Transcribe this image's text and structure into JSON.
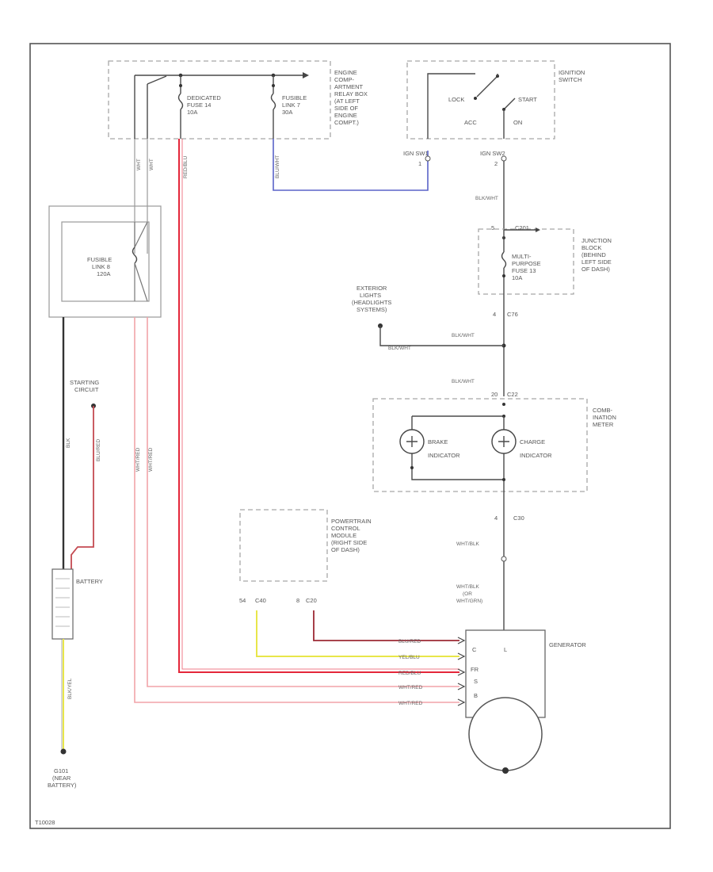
{
  "components": {
    "engine_relay_box": {
      "lines": [
        "ENGINE",
        "COMP-",
        "ARTMENT",
        "RELAY BOX",
        "(AT LEFT",
        "SIDE OF",
        "ENGINE",
        "COMPT.)"
      ]
    },
    "dedicated_fuse": {
      "lines": [
        "DEDICATED",
        "FUSE 14",
        "10A"
      ]
    },
    "fusible_link_7": {
      "lines": [
        "FUSIBLE",
        "LINK 7",
        "30A"
      ]
    },
    "ignition_switch": {
      "lines": [
        "IGNITION",
        "SWITCH"
      ],
      "lock": "LOCK",
      "start": "START",
      "acc": "ACC",
      "on": "ON"
    },
    "fusible_link_8": {
      "lines": [
        "FUSIBLE",
        "LINK 8",
        "120A"
      ]
    },
    "junction_block": {
      "lines": [
        "JUNCTION",
        "BLOCK",
        "(BEHIND",
        "LEFT SIDE",
        "OF DASH)"
      ],
      "fuse_lines": [
        "MULTI-",
        "PURPOSE",
        "FUSE 13",
        "10A"
      ]
    },
    "exterior_lights": {
      "lines": [
        "EXTERIOR",
        "LIGHTS",
        "(HEADLIGHTS",
        "SYSTEMS)"
      ]
    },
    "combination_meter": {
      "lines": [
        "COMB-",
        "INATION",
        "METER"
      ],
      "brake": [
        "BRAKE",
        "INDICATOR"
      ],
      "charge": [
        "CHARGE",
        "INDICATOR"
      ]
    },
    "starting_circuit": {
      "lines": [
        "STARTING",
        "CIRCUIT"
      ]
    },
    "battery": {
      "label": "BATTERY"
    },
    "pcm": {
      "lines": [
        "POWERTRAIN",
        "CONTROL",
        "MODULE",
        "(RIGHT SIDE",
        "OF DASH)"
      ]
    },
    "generator": {
      "label": "GENERATOR",
      "pins": [
        "C",
        "L",
        "FR",
        "S",
        "B"
      ]
    },
    "ground": {
      "lines": [
        "G101",
        "(NEAR",
        "BATTERY)"
      ]
    }
  },
  "connectors": {
    "ign_1": {
      "pin": "1",
      "name": "IGN SW1"
    },
    "ign_2": {
      "pin": "2",
      "name": "IGN SW2"
    },
    "c201": {
      "pin": "5",
      "name": "C201"
    },
    "c76": {
      "pin": "4",
      "name": "C76"
    },
    "c22": {
      "pin": "20",
      "name": "C22"
    },
    "c30": {
      "pin": "4",
      "name": "C30"
    },
    "pcm_c40": {
      "pin": "54",
      "name": "C40"
    },
    "pcm_c20": {
      "pin": "8",
      "name": "C20"
    }
  },
  "wires": {
    "wht_1": "WHT",
    "wht_2": "WHT",
    "red_blu": "RED/BLU",
    "blu_wht_v": "BLU/WHT",
    "blk_wht_1": "BLK/WHT",
    "blk_wht_2": "BLK/WHT",
    "blk_wht_3": "BLK/WHT",
    "blk_wht_4": "BLK/WHT",
    "wht_blk_1": "WHT/BLK",
    "wht_blk_2": "WHT/BLK",
    "wht_blk_or": "(OR",
    "wht_grn": "WHT/GRN)",
    "blk_main": "BLK",
    "blu_red": "BLU/RED",
    "wht_red_v": "WHT/RED",
    "wht_red_v2": "WHT/RED",
    "blu_red_h": "BLU/RED",
    "yel_blu_h": "YEL/BLU",
    "red_blu_h": "RED/BLU",
    "wht_red_h1": "WHT/RED",
    "wht_red_h2": "WHT/RED",
    "blk_yel": "BLK/YEL"
  },
  "footer": {
    "code": "T10028"
  },
  "colors": {
    "red": "#e4273a",
    "pink": "#f2a4a8",
    "blue": "#5a63c8",
    "yellow": "#e8e64a",
    "darkred": "#9c2a34",
    "black": "#333333"
  }
}
